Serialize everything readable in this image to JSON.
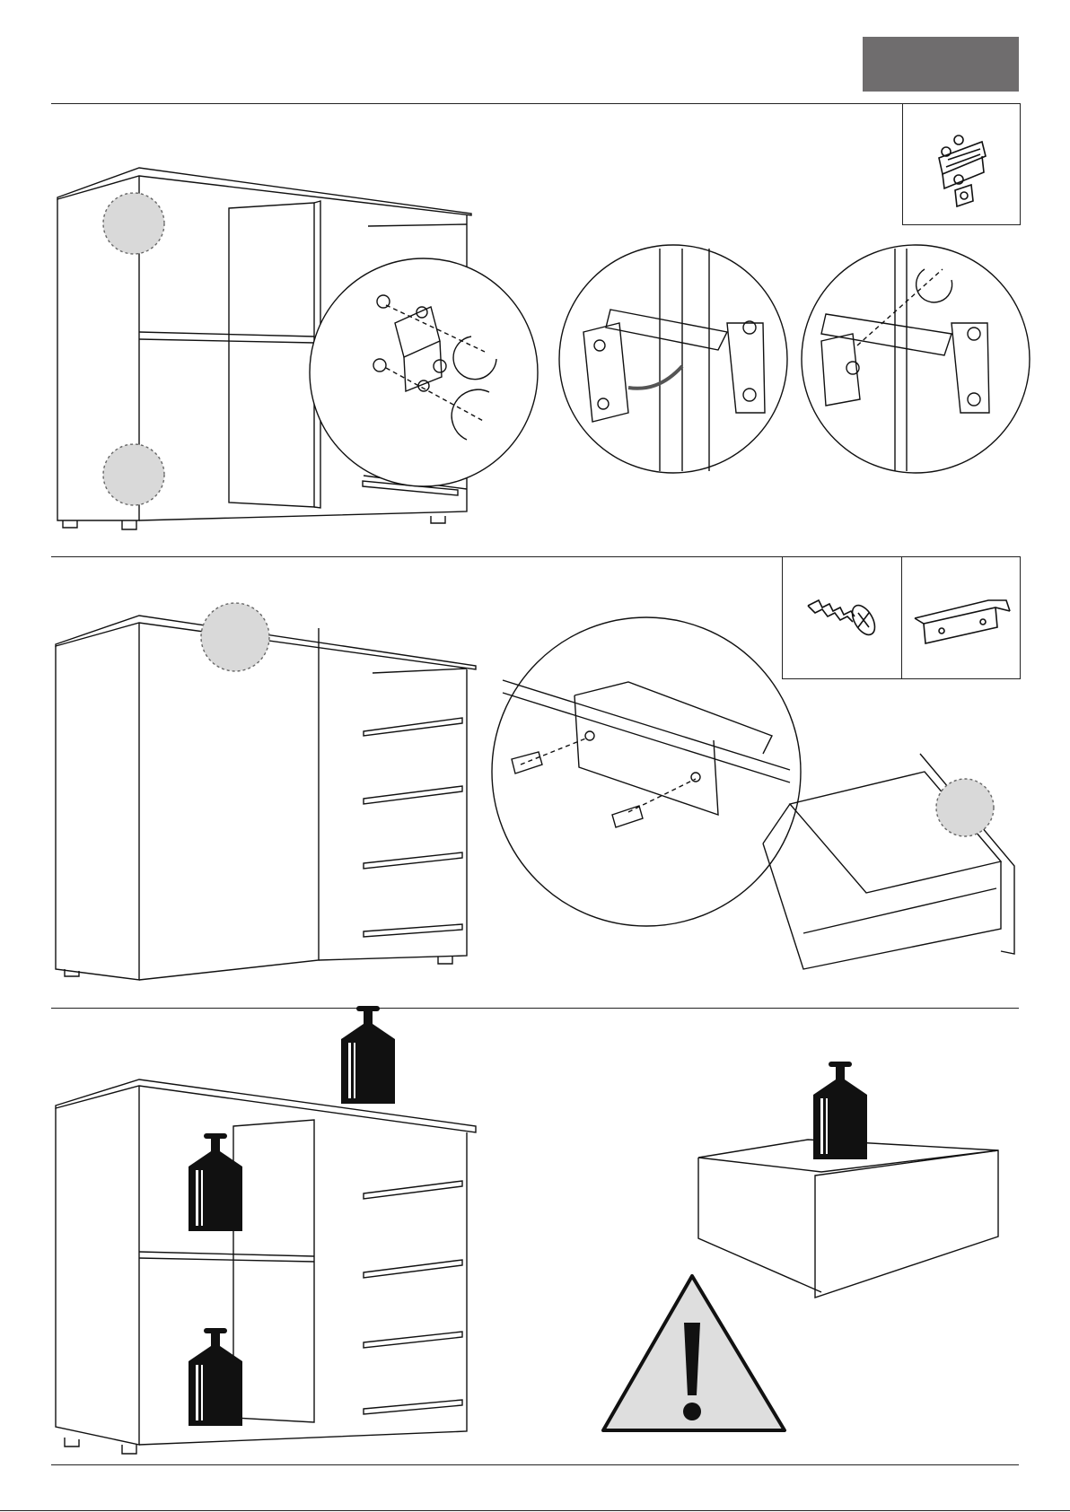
{
  "page": {
    "step_tag_color": "#6f6d6e",
    "line_color": "#222222",
    "highlight_color": "#d9d9d9",
    "warning_fill": "#dedede",
    "footer_code": ""
  },
  "sections": [
    {
      "name": "hinge-installation",
      "parts": [
        "hinge-with-plate-icon"
      ],
      "details": [
        "hinge-plate-screw-detail",
        "hinge-clip-on-detail",
        "hinge-adjust-detail"
      ]
    },
    {
      "name": "handle-installation",
      "parts": [
        "screw-icon",
        "handle-icon"
      ],
      "details": [
        "handle-screw-detail",
        "drawer-front-detail"
      ]
    },
    {
      "name": "load-warning",
      "parts": [],
      "details": [
        "shelf-load-weights",
        "drawer-load-weight",
        "warning-triangle-icon"
      ]
    }
  ]
}
